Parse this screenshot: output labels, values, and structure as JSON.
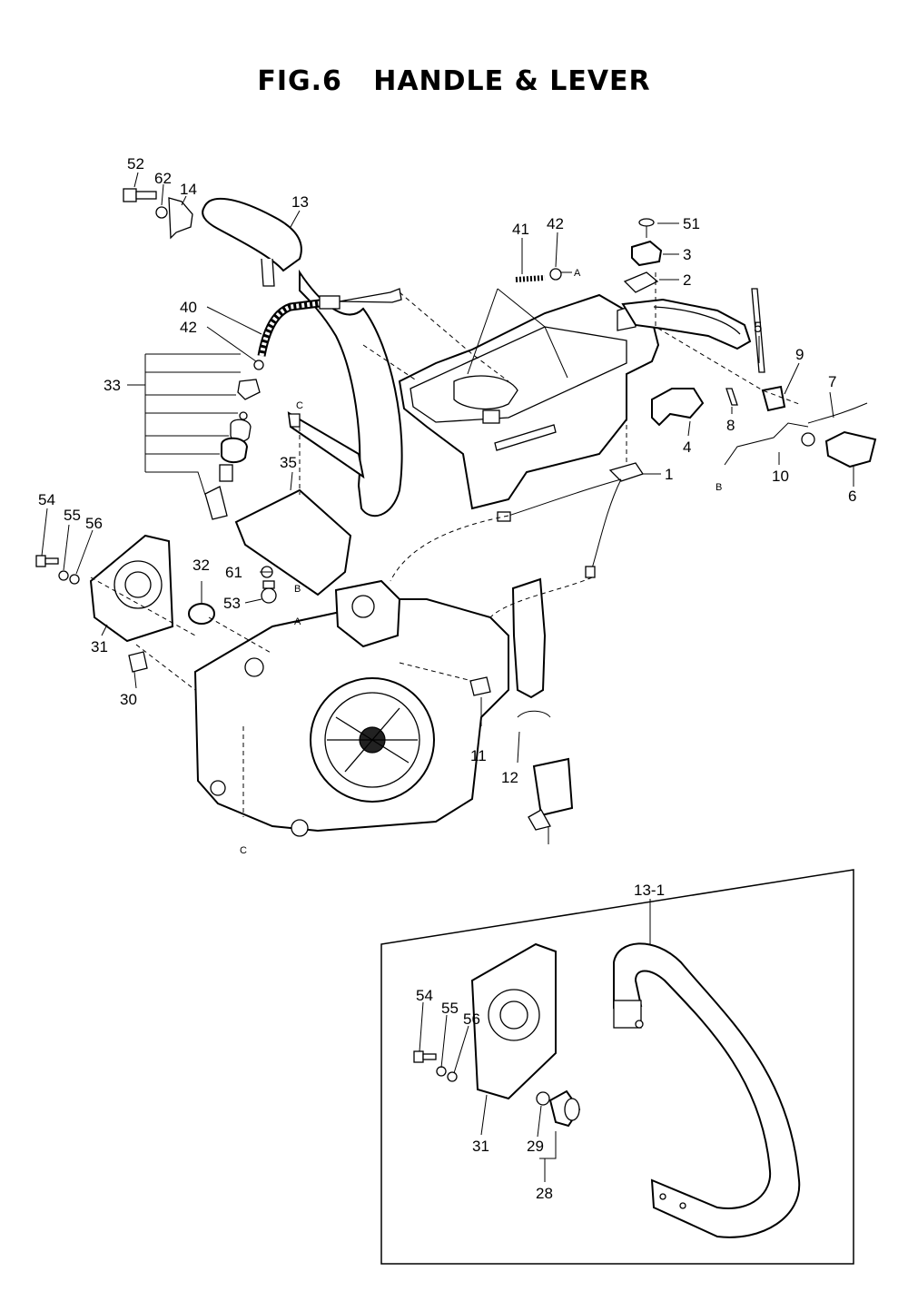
{
  "title": "FIG.6   HANDLE & LEVER",
  "parts": {
    "p1": "1",
    "p2": "2",
    "p3": "3",
    "p4": "4",
    "p5": "5",
    "p6": "6",
    "p7": "7",
    "p8": "8",
    "p9": "9",
    "p10": "10",
    "p11": "11",
    "p12": "12",
    "p13": "13",
    "p14": "14",
    "p30": "30",
    "p31": "31",
    "p32": "32",
    "p33": "33",
    "p35": "35",
    "p40": "40",
    "p41": "41",
    "p42a": "42",
    "p42b": "42",
    "p51": "51",
    "p52": "52",
    "p53": "53",
    "p54": "54",
    "p55": "55",
    "p56": "56",
    "p61": "61",
    "p62": "62"
  },
  "inset_parts": {
    "p13_1": "13-1",
    "p28": "28",
    "p29": "29",
    "p31": "31",
    "p54": "54",
    "p55": "55",
    "p56": "56"
  },
  "refs": {
    "a1": "A",
    "a2": "A",
    "b1": "B",
    "b2": "B",
    "c1": "C",
    "c2": "C"
  }
}
